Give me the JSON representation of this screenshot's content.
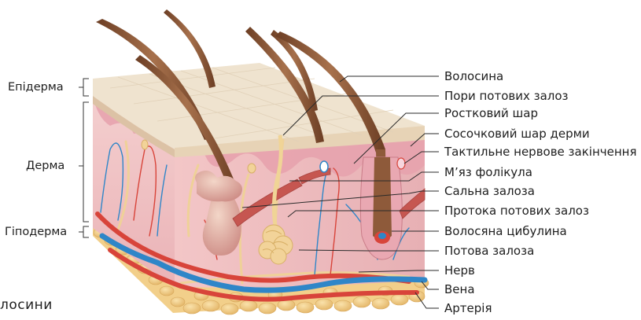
{
  "layers": [
    {
      "key": "epidermis",
      "label": "Епідерма"
    },
    {
      "key": "dermis",
      "label": "Дерма"
    },
    {
      "key": "hypodermis",
      "label": "Гіподерма"
    }
  ],
  "callouts": [
    {
      "key": "hair",
      "label": "Волосина"
    },
    {
      "key": "sweat_pores",
      "label": "Пори потових залоз"
    },
    {
      "key": "germinal_layer",
      "label": "Ростковий шар"
    },
    {
      "key": "papillary_layer",
      "label": "Сосочковий шар дерми"
    },
    {
      "key": "tactile_ending",
      "label": "Тактильне нервове закінчення"
    },
    {
      "key": "follicle_muscle",
      "label": "М’яз фолікула"
    },
    {
      "key": "sebaceous_gland",
      "label": "Сальна залоза"
    },
    {
      "key": "sweat_duct",
      "label": "Протока потових залоз"
    },
    {
      "key": "hair_bulb",
      "label": "Волосяна цибулина"
    },
    {
      "key": "sweat_gland",
      "label": "Потова залоза"
    },
    {
      "key": "nerve",
      "label": "Нерв"
    },
    {
      "key": "vein",
      "label": "Вена"
    },
    {
      "key": "artery",
      "label": "Артерія"
    }
  ],
  "cut_text": "лосини",
  "colors": {
    "epidermis": "#efe3cf",
    "dermis": "#f1c4c6",
    "papillary": "#e7a3ae",
    "hypodermis_fat": "#f2cf8a",
    "hair": "#8e5a3a",
    "artery": "#d8443a",
    "vein": "#2f86c8",
    "nerve": "#f0d496",
    "muscle": "#c65650"
  }
}
